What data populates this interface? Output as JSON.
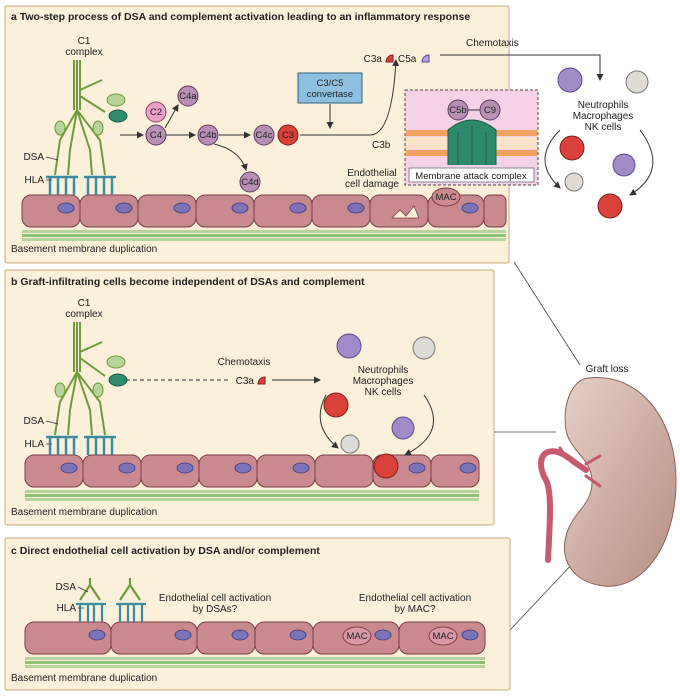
{
  "panel_a": {
    "title": "a  Two-step process of DSA and complement activation leading to an inflammatory response",
    "c1": "C1",
    "complex": "complex",
    "dsa": "DSA",
    "hla": "HLA",
    "c2": "C2",
    "c4": "C4",
    "c4a": "C4a",
    "c4b": "C4b",
    "c4c": "C4c",
    "c3": "C3",
    "c4d": "C4d",
    "convertase_1": "C3/C5",
    "convertase_2": "convertase",
    "c3a": "C3a",
    "c5a": "C5a",
    "c3b": "C3b",
    "chemotaxis": "Chemotaxis",
    "c5b": "C5b",
    "c9": "C9",
    "mac_complex": "Membrane attack complex",
    "mac": "MAC",
    "damage_1": "Endothelial",
    "damage_2": "cell damage",
    "cells_1": "Neutrophils",
    "cells_2": "Macrophages",
    "cells_3": "NK cells",
    "basement": "Basement membrane duplication"
  },
  "panel_b": {
    "title": "b  Graft-infiltrating cells become independent of DSAs and complement",
    "c1": "C1",
    "complex": "complex",
    "dsa": "DSA",
    "hla": "HLA",
    "chemotaxis": "Chemotaxis",
    "c3a": "C3a",
    "cells_1": "Neutrophils",
    "cells_2": "Macrophages",
    "cells_3": "NK cells",
    "basement": "Basement membrane duplication"
  },
  "panel_c": {
    "title": "c  Direct endothelial cell activation by DSA and/or complement",
    "dsa": "DSA",
    "hla": "HLA",
    "act_dsa_1": "Endothelial cell activation",
    "act_dsa_2": "by DSAs?",
    "act_mac_1": "Endothelial cell activation",
    "act_mac_2": "by MAC?",
    "mac": "MAC",
    "basement": "Basement membrane duplication"
  },
  "graft_loss": "Graft loss"
}
